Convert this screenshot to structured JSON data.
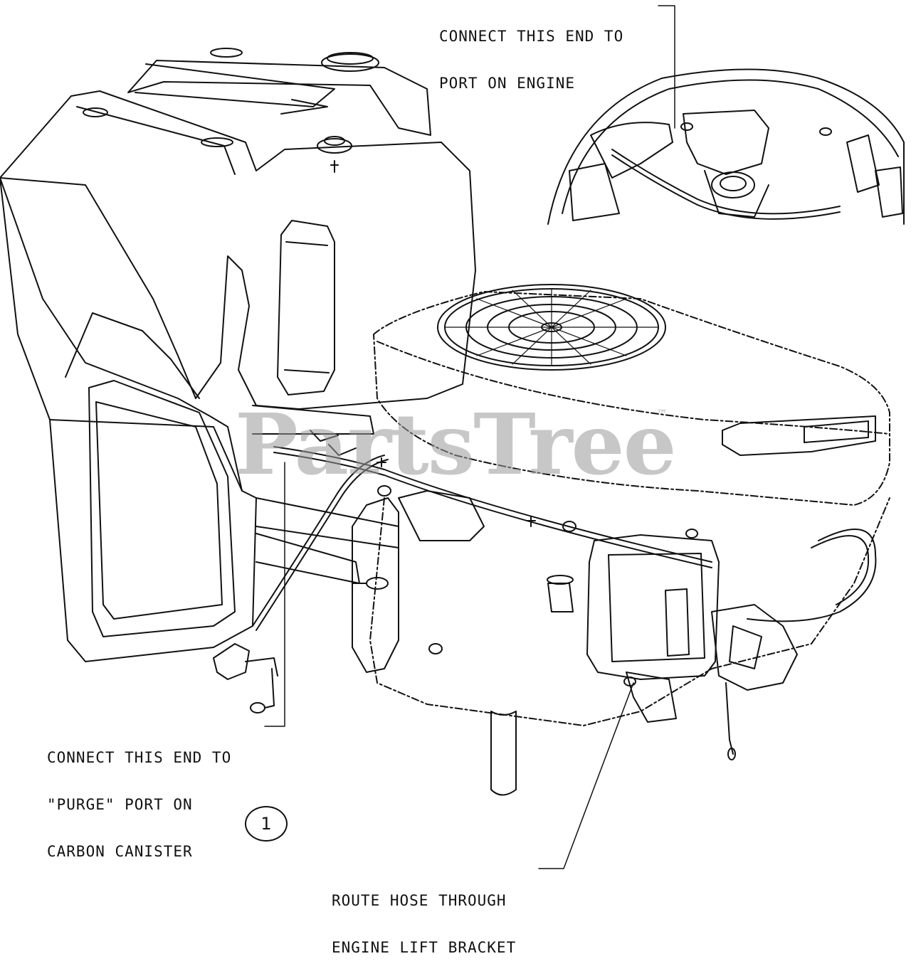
{
  "callouts": {
    "engine_port": [
      "CONNECT THIS END TO",
      "PORT ON ENGINE"
    ],
    "purge_port": [
      "CONNECT THIS END TO",
      "\"PURGE\" PORT ON",
      "CARBON CANISTER"
    ],
    "lift_bracket": [
      "ROUTE HOSE THROUGH",
      "ENGINE LIFT BRACKET"
    ]
  },
  "ref_number": "1",
  "watermark": {
    "text": "PartsTree",
    "trademark": "™"
  },
  "colors": {
    "line": "#111111",
    "watermark": "#9a9a9a",
    "background": "#ffffff"
  }
}
